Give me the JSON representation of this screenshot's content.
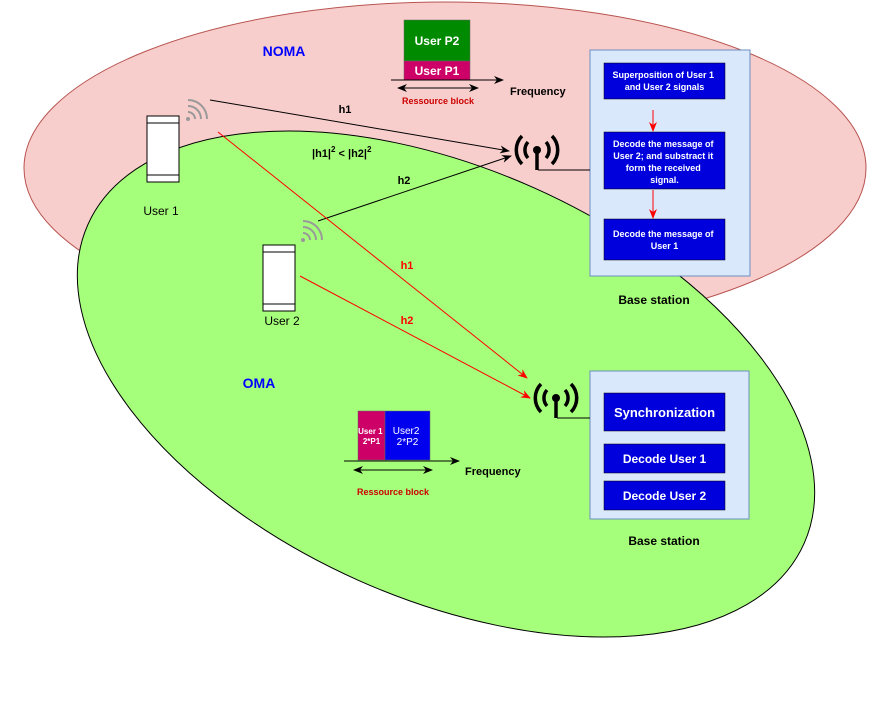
{
  "colors": {
    "noma_fill": "#f8cecc",
    "noma_stroke": "#b85450",
    "oma_fill": "#a6ff7a",
    "oma_stroke": "#000000",
    "title_blue": "#0000ff",
    "box_blue": "#0000dd",
    "panel_fill": "#dae8fc",
    "panel_stroke": "#6c8ebf",
    "user_p2_green": "#008a00",
    "user_p1_pink": "#cc0066",
    "red_arrow": "#ff0000",
    "resource_red": "#cc0000"
  },
  "noma": {
    "title": "NOMA",
    "user_p2": "User P2",
    "user_p1": "User P1",
    "resource_block": "Ressource block",
    "frequency": "Frequency",
    "h1": "h1",
    "h2": "h2",
    "inequality": {
      "a": "|h1|",
      "exp1": "2",
      "mid": " < |h2|",
      "exp2": "2"
    },
    "user1": "User 1",
    "base_station": "Base station",
    "steps": [
      {
        "line1": "Superposition of User 1",
        "line2": "and User 2 signals",
        "line3": ""
      },
      {
        "line1": "Decode the message of",
        "line2": "User 2; and substract it",
        "line3": "form the received",
        "line4": "signal."
      },
      {
        "line1": "Decode the message of",
        "line2": "User 1",
        "line3": ""
      }
    ]
  },
  "oma": {
    "title": "OMA",
    "user1_block_l1": "User 1",
    "user1_block_l2": "2*P1",
    "user2_block_l1": "User2",
    "user2_block_l2": "2*P2",
    "resource_block": "Ressource block",
    "frequency": "Frequency",
    "h1": "h1",
    "h2": "h2",
    "user2": "User 2",
    "base_station": "Base station",
    "sync": "Synchronization",
    "decode_user1": "Decode User 1",
    "decode_user2": "Decode User 2"
  },
  "icons": [
    "phone-icon",
    "wifi-signal-icon",
    "antenna-tower-icon"
  ]
}
